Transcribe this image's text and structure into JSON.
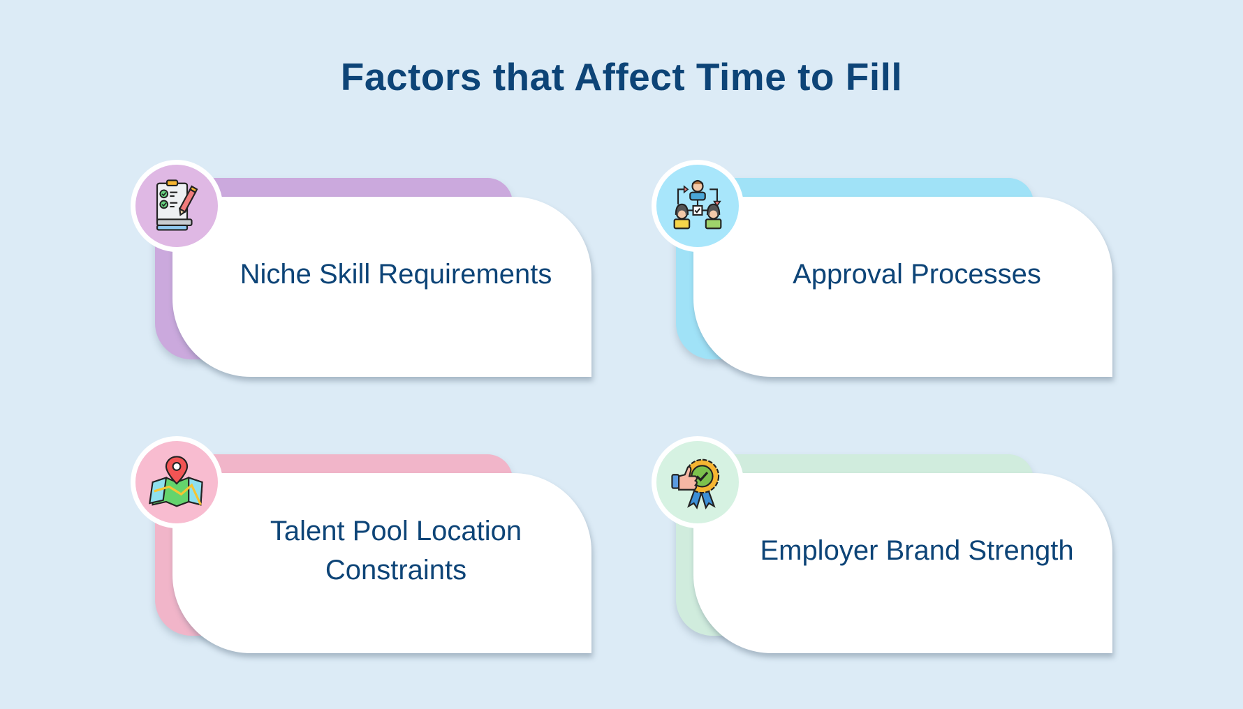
{
  "title": "Factors that Affect Time to Fill",
  "colors": {
    "background": "#dcebf6",
    "text": "#0d4477",
    "card_front": "#ffffff"
  },
  "factors": [
    {
      "label": "Niche Skill Requirements",
      "icon": "clipboard-checklist-pencil-icon",
      "back_color": "#cba9dd",
      "circle_color": "#dfb8e4"
    },
    {
      "label": "Approval Processes",
      "icon": "approval-workflow-people-icon",
      "back_color": "#a0e2f7",
      "circle_color": "#a8e6fb"
    },
    {
      "label": "Talent Pool Location Constraints",
      "icon": "map-location-pin-icon",
      "back_color": "#f1b5c9",
      "circle_color": "#f8bcd0"
    },
    {
      "label": "Employer Brand Strength",
      "icon": "thumbs-up-award-badge-icon",
      "back_color": "#d0ecdd",
      "circle_color": "#d6f2e2"
    }
  ]
}
